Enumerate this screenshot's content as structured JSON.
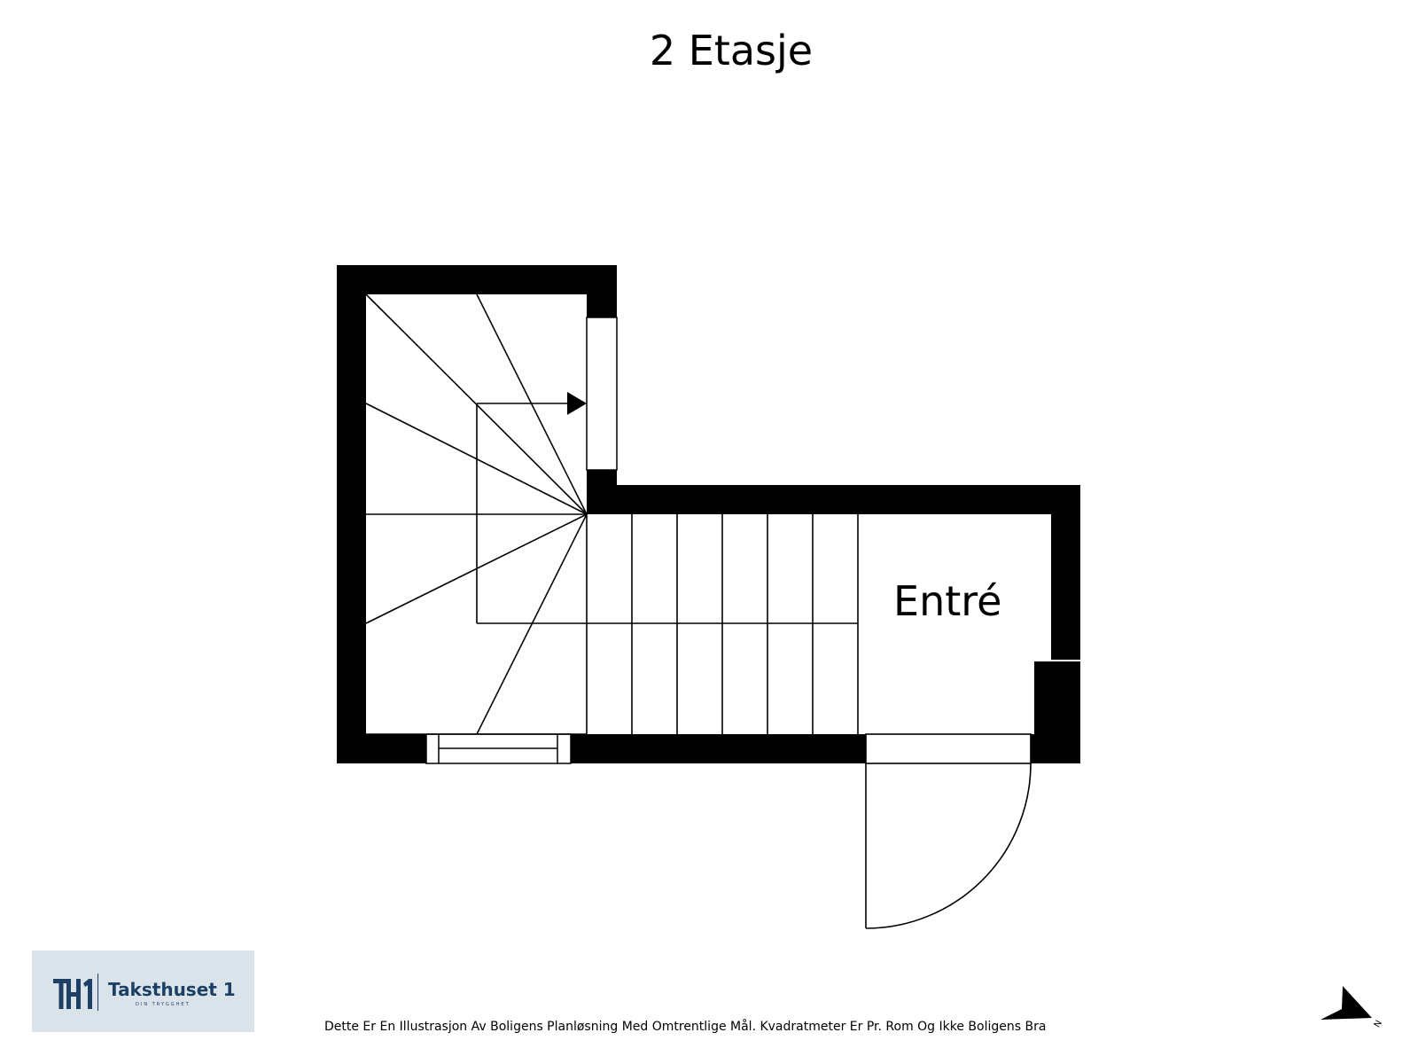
{
  "floor_title": "2 Etasje",
  "rooms": [
    {
      "label": "Entré"
    }
  ],
  "disclaimer": "Dette Er En Illustrasjon Av Boligens Planløsning Med Omtrentlige Mål. Kvadratmeter Er Pr. Rom Og Ikke Boligens Bra",
  "logo": {
    "brand": "Taksthuset 1",
    "tagline": "DIN TRYGGHET",
    "background_color": "#dbe3ea",
    "brand_color": "#1c3f63"
  },
  "compass": {
    "label": "N",
    "icon": "north-arrow-icon"
  },
  "colors": {
    "wall": "#000000",
    "line": "#000000",
    "background": "#ffffff"
  }
}
